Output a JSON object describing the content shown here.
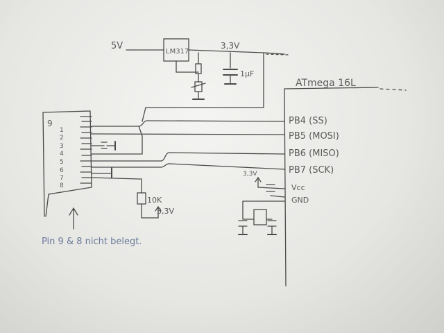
{
  "labels": {
    "supply_5v": "5V",
    "regulator": "LM317",
    "supply_3v3": "3,3V",
    "capacitor": "1µF",
    "mcu": "ATmega 16L",
    "pb4": "PB4 (SS)",
    "pb5": "PB5 (MOSI)",
    "pb6": "PB6 (MISO)",
    "pb7": "PB7 (SCK)",
    "vcc_3v3": "3,3V",
    "vcc": "Vcc",
    "gnd": "GND",
    "resistor": "10K",
    "resistor_3v3": "3,3V",
    "connector_pin9": "9",
    "note": "Pin 9 & 8 nicht belegt."
  },
  "connector_pins": [
    "1",
    "2",
    "3",
    "4",
    "5",
    "6",
    "7",
    "8"
  ],
  "colors": {
    "pencil": "#4a4a4a",
    "note_blue": "#6a7a9a"
  }
}
